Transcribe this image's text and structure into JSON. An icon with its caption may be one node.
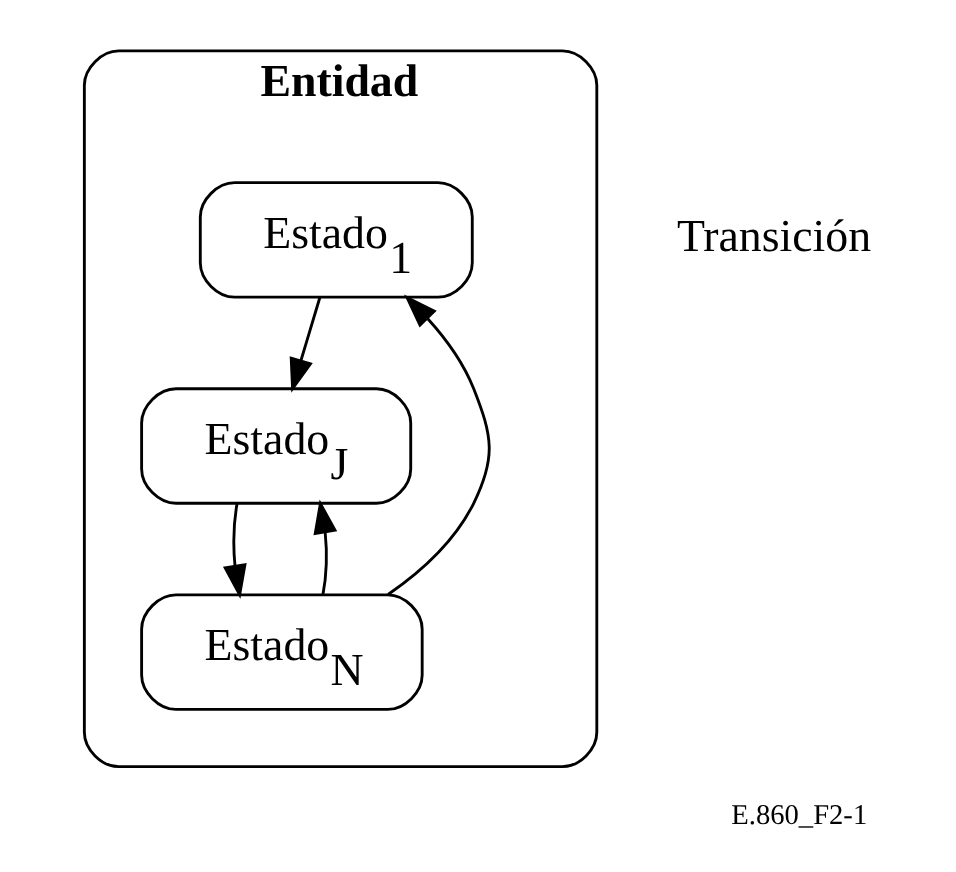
{
  "diagram": {
    "caption": "E.860_F2-1",
    "nodes": [
      {
        "text": [
          "Entidad"
        ]
      },
      {
        "text": [
          "Estado$_{1}$"
        ],
        "in": 0
      },
      {
        "text": [
          "Estado$_{J}$"
        ],
        "in": 0
      },
      {
        "text": [
          "Estado$_{N}$"
        ],
        "in": 0
      }
    ],
    "edges": [
      {
        "from": 1,
        "to": 2,
        "arrow": "to"
      },
      {
        "from": 2,
        "to": 3,
        "arrow": "to"
      },
      {
        "from": 3,
        "to": 1,
        "arrow": "to"
      },
      {
        "from": 3,
        "to": 2,
        "arrow": "to"
      }
    ],
    "labels": [
      "Transición"
    ]
  }
}
